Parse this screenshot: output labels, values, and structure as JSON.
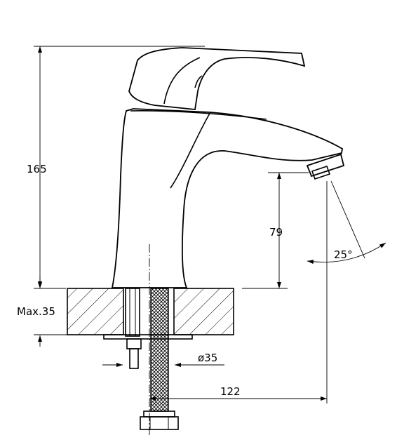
{
  "dimensions": {
    "height_total": "165",
    "spout_height": "79",
    "spout_angle": "25°",
    "max_deck_thickness": "Max.35",
    "hole_diameter": "ø35",
    "spout_reach": "122"
  }
}
